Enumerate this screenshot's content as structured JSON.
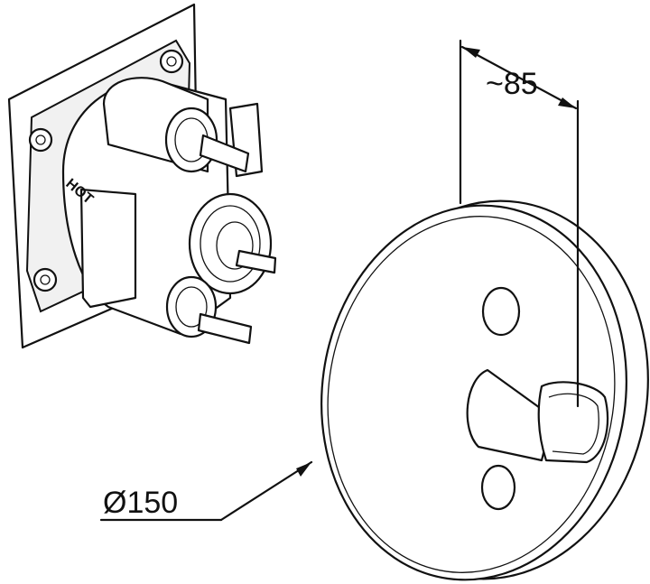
{
  "dimensions": {
    "depth_label": "~85",
    "diameter_label": "Ø150"
  },
  "embossed_text": "HOT"
}
